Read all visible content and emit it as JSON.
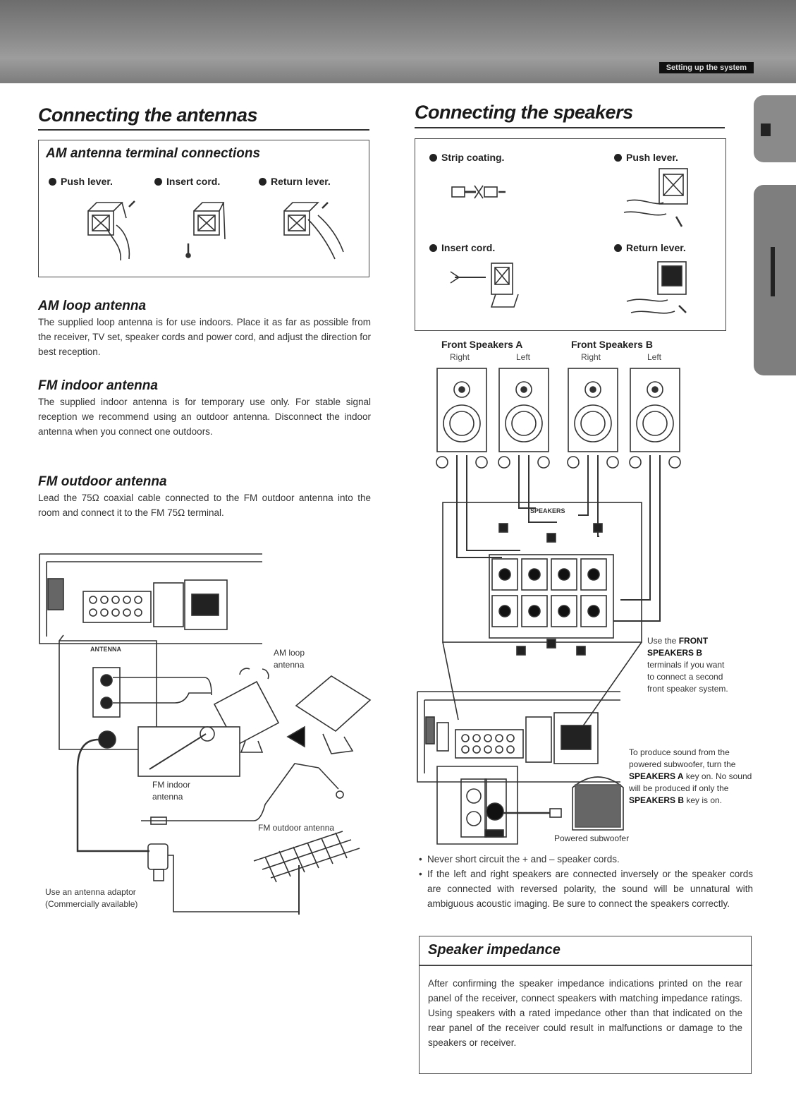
{
  "header": {
    "label": "Setting up the system"
  },
  "antennas": {
    "title": "Connecting the antennas",
    "am_box": {
      "title": "AM antenna terminal connections",
      "steps": [
        "Push lever.",
        "Insert cord.",
        "Return lever."
      ]
    },
    "am_loop": {
      "heading": "AM loop antenna",
      "text": "The supplied loop antenna is for use indoors. Place it as far as possible from the receiver, TV set, speaker cords and power cord, and adjust the direction for best reception."
    },
    "fm_indoor": {
      "heading": "FM indoor antenna",
      "text": "The supplied indoor antenna is for temporary use only. For stable signal reception we recommend using an outdoor antenna. Disconnect the indoor antenna when you connect one outdoors."
    },
    "fm_outdoor": {
      "heading": "FM outdoor antenna",
      "text": "Lead the 75Ω coaxial cable connected to the FM outdoor antenna into the room and connect it to the FM 75Ω terminal."
    },
    "diagram": {
      "panel_label": "ANTENNA",
      "am_loop_label": "AM loop antenna",
      "fm_indoor_label": "FM indoor antenna",
      "fm_outdoor_label": "FM outdoor antenna",
      "adaptor_label": "Use an antenna adaptor (Commercially available)"
    }
  },
  "speakers": {
    "title": "Connecting the speakers",
    "steps": [
      "Strip coating.",
      "Push lever.",
      "Insert cord.",
      "Return lever."
    ],
    "front_a": {
      "label": "Front Speakers A",
      "right": "Right",
      "left": "Left"
    },
    "front_b": {
      "label": "Front Speakers B",
      "right": "Right",
      "left": "Left"
    },
    "terminal_label": "SPEAKERS",
    "front_b_note": {
      "prefix": "Use the",
      "bold": "FRONT SPEAKERS B",
      "suffix": "terminals if you want to connect a second front speaker system."
    },
    "subwoofer_note": {
      "p1": "To produce sound from the powered subwoofer, turn the",
      "b1": "SPEAKERS A",
      "p2": "key on. No sound will be produced if only the",
      "b2": "SPEAKERS B",
      "p3": "key is on."
    },
    "subwoofer_label": "Powered subwoofer",
    "bullets": [
      "Never short circuit the + and – speaker cords.",
      "If the left and right speakers are connected inversely or the speaker cords are connected with reversed polarity, the sound will be unnatural with ambiguous acoustic imaging. Be sure to connect the speakers correctly."
    ],
    "impedance": {
      "title": "Speaker impedance",
      "text": "After confirming the speaker impedance indications printed on the rear panel of the receiver, connect speakers with matching impedance ratings. Using speakers with a rated impedance other than that indicated on the rear panel of the receiver could result in malfunctions or damage to the speakers or receiver."
    }
  }
}
